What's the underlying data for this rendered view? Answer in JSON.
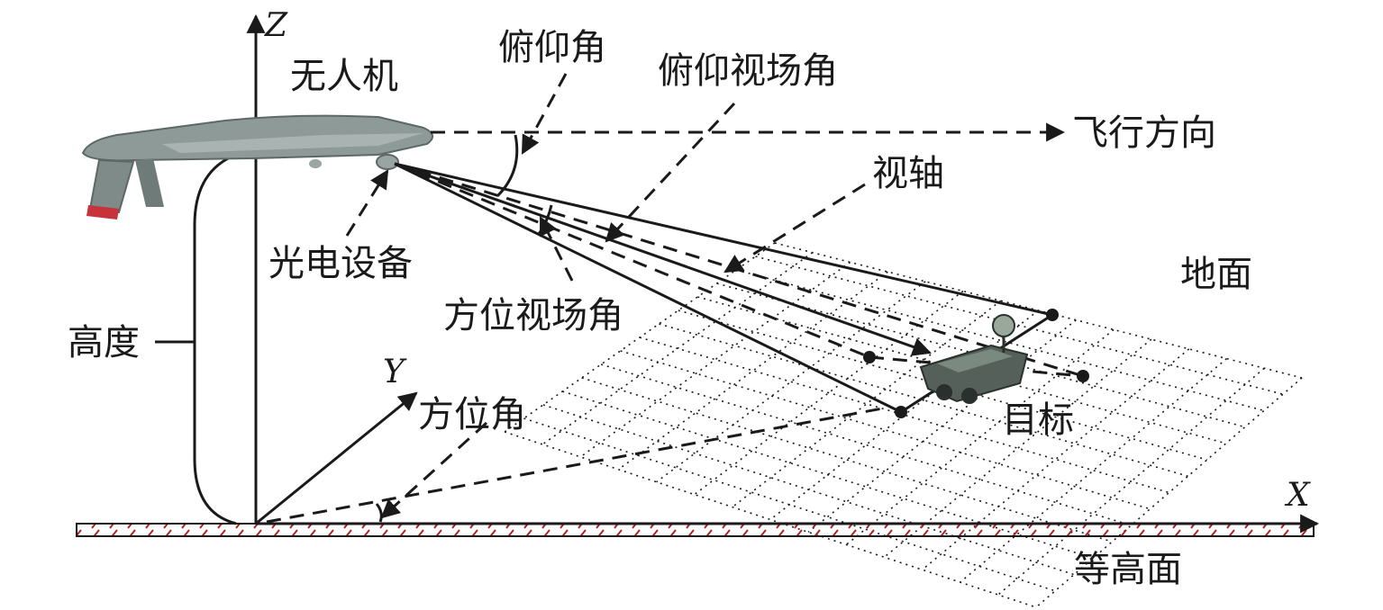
{
  "axes": {
    "z": "Z",
    "y": "Y",
    "x": "X"
  },
  "labels": {
    "uav": "无人机",
    "pitch_angle": "俯仰角",
    "pitch_fov": "俯仰视场角",
    "flight_direction": "飞行方向",
    "boresight": "视轴",
    "eo_device": "光电设备",
    "azimuth_fov": "方位视场角",
    "ground": "地面",
    "height": "高度",
    "azimuth_angle": "方位角",
    "target": "目标",
    "iso_plane": "等高面"
  },
  "colors": {
    "ink": "#1a1a1a",
    "hatch": "#b22222",
    "uav_body": "#8e9a98",
    "uav_tail": "#c8323a"
  }
}
